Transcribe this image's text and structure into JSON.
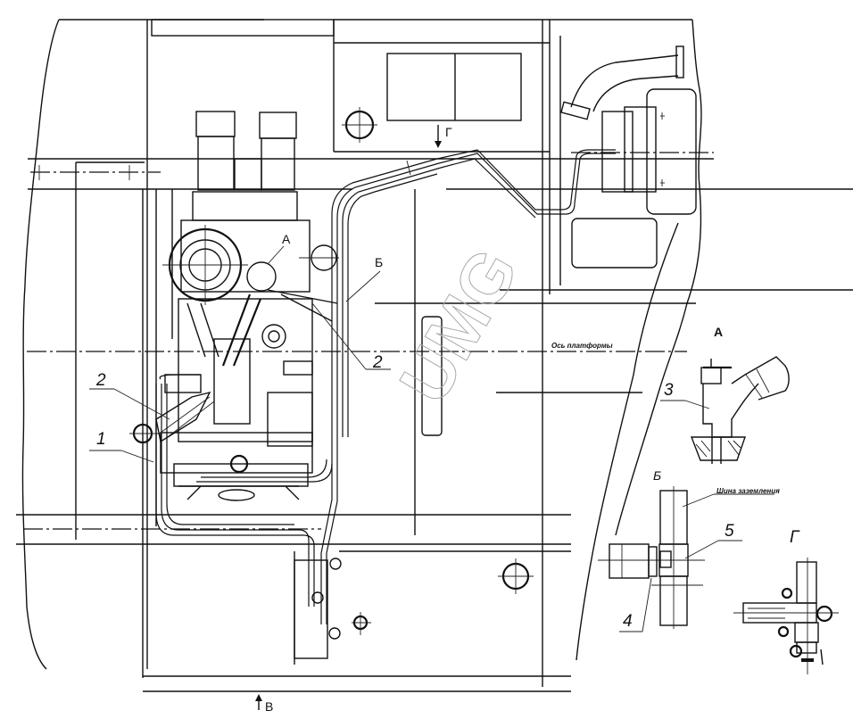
{
  "drawing": {
    "type": "engineering-assembly-drawing",
    "watermark": "UMG",
    "axis_label": "Ось платформы",
    "view_marker_bottom": "В",
    "view_marker_top": "Г",
    "callouts": [
      {
        "id": "1",
        "text": "1"
      },
      {
        "id": "2a",
        "text": "2"
      },
      {
        "id": "2b",
        "text": "2"
      },
      {
        "id": "3",
        "text": "3"
      },
      {
        "id": "4",
        "text": "4"
      },
      {
        "id": "5",
        "text": "5"
      }
    ],
    "detail_markers": {
      "A": "А",
      "B": "Б"
    },
    "detail_views": [
      {
        "id": "A",
        "title": "А",
        "callout": "3"
      },
      {
        "id": "B",
        "title": "Б",
        "callouts": [
          "4",
          "5"
        ],
        "note": "Шина заземления"
      },
      {
        "id": "G",
        "title": "Г"
      }
    ]
  }
}
